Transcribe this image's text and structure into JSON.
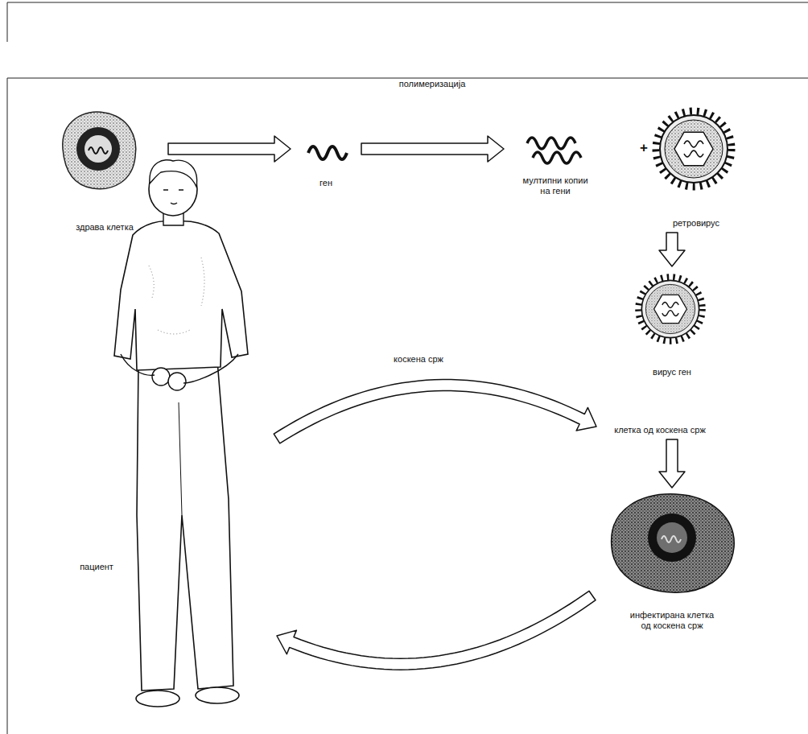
{
  "diagram": {
    "nodes": [
      {
        "text": [
          "здрава клетка"
        ]
      },
      {
        "text": [
          "ген"
        ]
      },
      {
        "text": [
          "мултипни копии на гени"
        ]
      },
      {
        "text": [
          "ретровирус"
        ]
      },
      {
        "text": [
          "вирус ген"
        ]
      },
      {
        "text": [
          "пациент"
        ]
      },
      {
        "text": [
          "клетка од коскена срж"
        ]
      },
      {
        "text": [
          "инфектирана клетка од коскена срж"
        ]
      }
    ],
    "edges": [
      {
        "from": 0,
        "to": 1,
        "arrow": "to"
      },
      {
        "from": 1,
        "to": 2,
        "arrow": "to",
        "label": "полимеризација"
      },
      {
        "from": 3,
        "to": 4,
        "arrow": "to"
      },
      {
        "from": 5,
        "to": 6,
        "arrow": "to",
        "label": "коскена срж"
      },
      {
        "from": 6,
        "to": 7,
        "arrow": "to"
      },
      {
        "from": 7,
        "to": 5,
        "arrow": "to"
      }
    ],
    "labels": [
      "+"
    ]
  }
}
